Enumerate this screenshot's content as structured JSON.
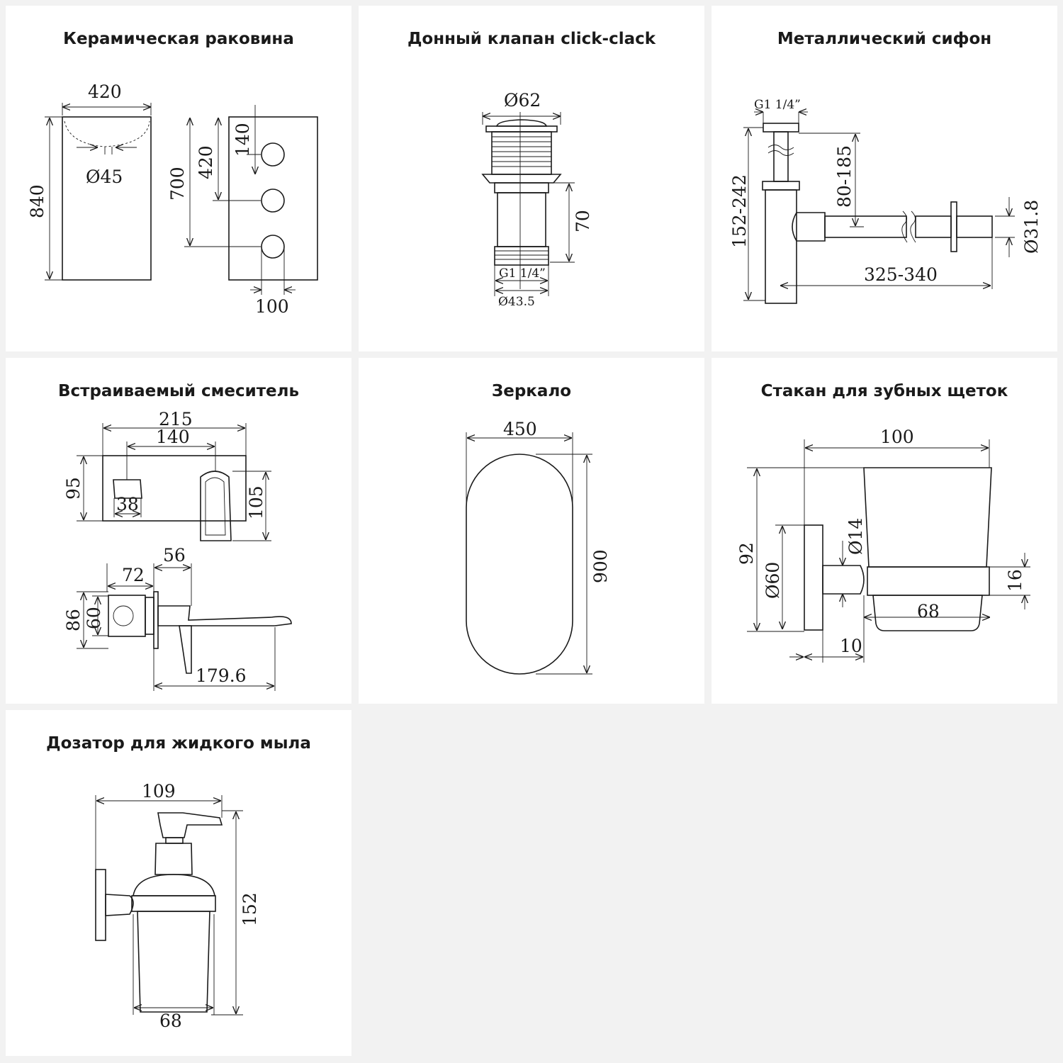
{
  "panels": [
    {
      "title": "Керамическая раковина",
      "dims": {
        "width": "420",
        "hole": "Ø45",
        "height": "840",
        "height2": "700",
        "h420": "420",
        "h140": "140",
        "depth": "100"
      }
    },
    {
      "title": "Донный клапан click-clack",
      "dims": {
        "cap": "Ø62",
        "height": "70",
        "thread": "G1 1/4”",
        "diameter": "Ø43.5"
      }
    },
    {
      "title": "Металлический сифон",
      "dims": {
        "thread": "G1 1/4”",
        "height": "152-242",
        "rise": "80-185",
        "length": "325-340",
        "pipe": "Ø31.8"
      }
    },
    {
      "title": "Встраиваемый смеситель",
      "dims": {
        "width": "215",
        "inner": "140",
        "height": "95",
        "height2": "105",
        "button": "38",
        "depth1": "72",
        "depth2": "56",
        "d86": "86",
        "d60": "60",
        "spout": "179.6"
      }
    },
    {
      "title": "Зеркало",
      "dims": {
        "width": "450",
        "height": "900"
      }
    },
    {
      "title": "Стакан для зубных щеток",
      "dims": {
        "width": "100",
        "height": "92",
        "base": "Ø60",
        "pin": "Ø14",
        "ring": "16",
        "cup": "68",
        "offset": "10"
      }
    },
    {
      "title": "Дозатор для жидкого мыла",
      "dims": {
        "width": "109",
        "height": "152",
        "bottle": "68"
      }
    }
  ]
}
